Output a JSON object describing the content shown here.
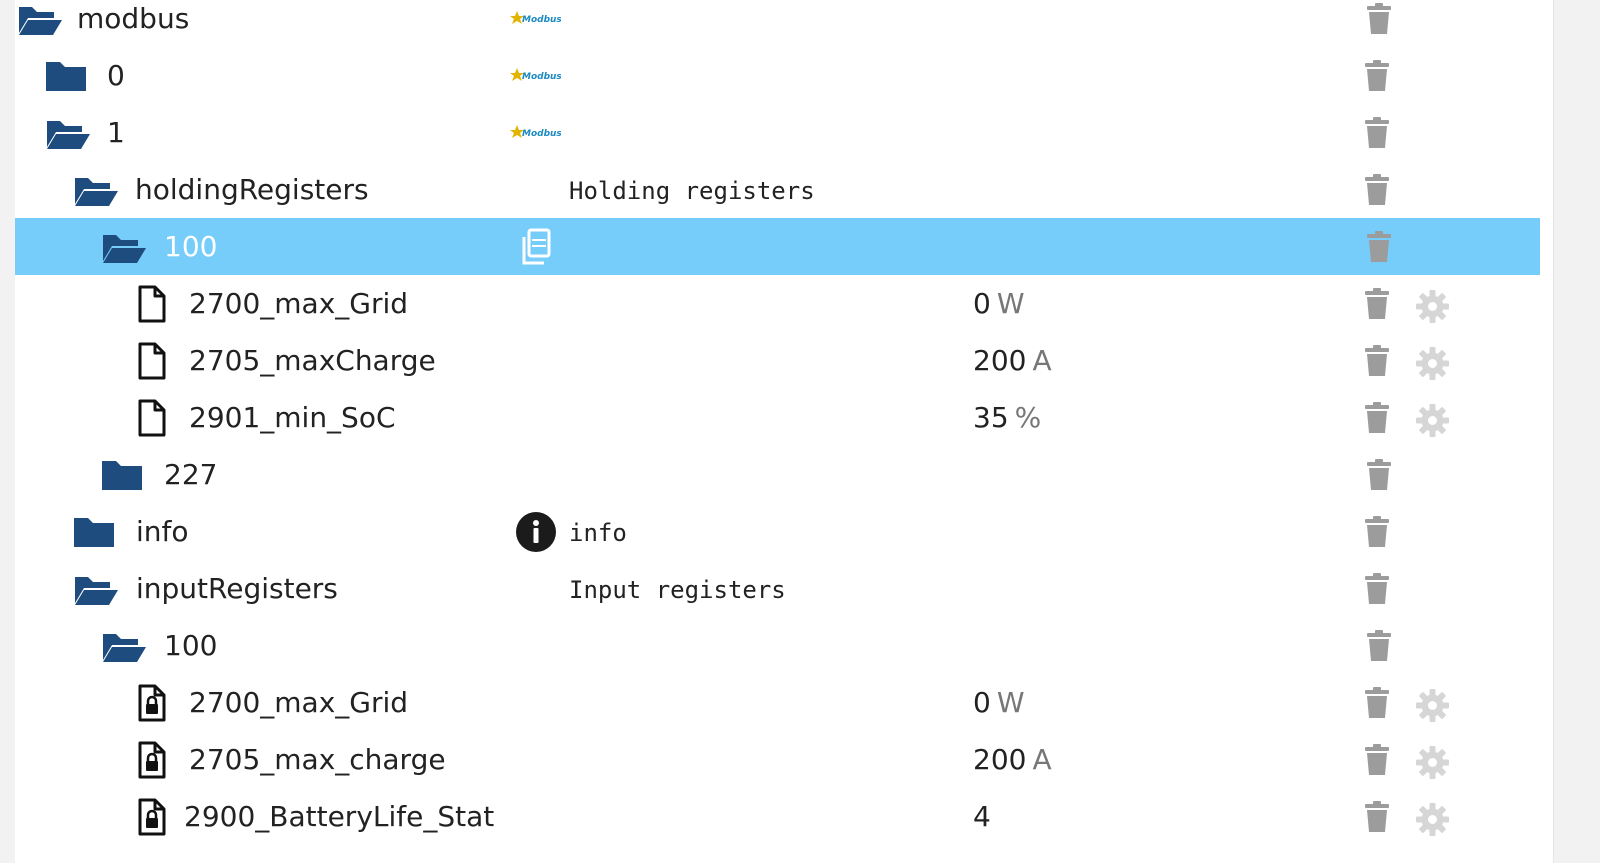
{
  "tree": [
    {
      "name": "modbus",
      "icon": "folder-open-icon",
      "logo": "Modbus",
      "trash": true
    },
    {
      "name": "0",
      "icon": "folder-closed-icon",
      "logo": "Modbus",
      "trash": true
    },
    {
      "name": "1",
      "icon": "folder-open-icon",
      "logo": "Modbus",
      "trash": true
    },
    {
      "name": "holdingRegisters",
      "icon": "folder-open-icon",
      "role": "Holding registers",
      "trash": true
    },
    {
      "name": "100",
      "icon": "folder-open-icon",
      "copy": true,
      "selected": true,
      "trash": true
    },
    {
      "name": "2700_max_Grid",
      "icon": "file-icon",
      "value": "0",
      "unit": "W",
      "trash": true,
      "gear": true
    },
    {
      "name": "2705_maxCharge",
      "icon": "file-icon",
      "value": "200",
      "unit": "A",
      "trash": true,
      "gear": true
    },
    {
      "name": "2901_min_SoC",
      "icon": "file-icon",
      "value": "35",
      "unit": "%",
      "trash": true,
      "gear": true
    },
    {
      "name": "227",
      "icon": "folder-closed-icon",
      "trash": true
    },
    {
      "name": "info",
      "icon": "folder-closed-icon",
      "info": true,
      "role": "info",
      "trash": true
    },
    {
      "name": "inputRegisters",
      "icon": "folder-open-icon",
      "role": "Input registers",
      "trash": true
    },
    {
      "name": "100",
      "icon": "folder-open-icon",
      "trash": true
    },
    {
      "name": "2700_max_Grid",
      "icon": "file-locked-icon",
      "value": "0",
      "unit": "W",
      "trash": true,
      "gear": true
    },
    {
      "name": "2705_max_charge",
      "icon": "file-locked-icon",
      "value": "200",
      "unit": "A",
      "trash": true,
      "gear": true
    },
    {
      "name": "2900_BatteryLife_Stat",
      "icon": "file-locked-icon",
      "value": "4",
      "unit": "",
      "trash": true,
      "gear": true
    }
  ],
  "colors": {
    "folder": "#1e4c7e",
    "selected": "#77cdfa",
    "trash": "#9c9c9c",
    "gear": "#d6d6d6"
  }
}
